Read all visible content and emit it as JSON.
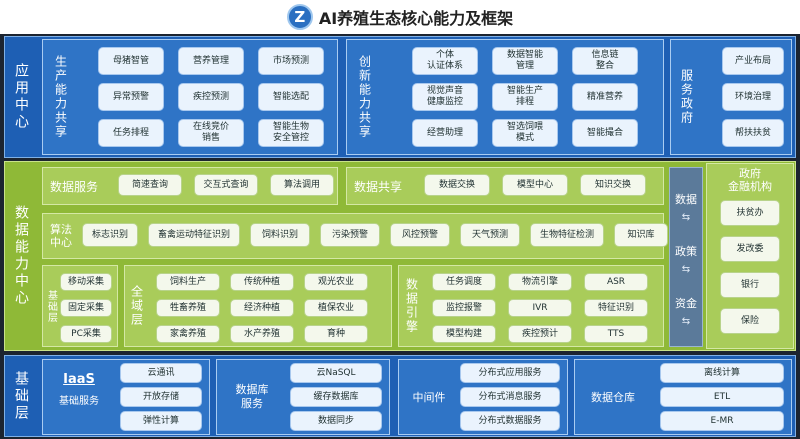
{
  "title": "AI养殖生态核心能力及框架",
  "logo_letter": "Z",
  "app_center": {
    "label": "应用中心",
    "production": {
      "label": "生产能力共享",
      "items": [
        "母猪智管",
        "营养管理",
        "市场预测",
        "异常预警",
        "疾控预测",
        "智能选配",
        "任务排程",
        "在线竞价\n销售",
        "智能生物\n安全管控"
      ]
    },
    "innovation": {
      "label": "创新能力共享",
      "items": [
        "个体\n认证体系",
        "数据智能\n管理",
        "信息链\n整合",
        "视觉声音\n健康监控",
        "智能生产\n排程",
        "精准营养",
        "经营助理",
        "智选饲喂\n模式",
        "智能撮合"
      ]
    },
    "gov_service": {
      "label": "服务政府",
      "items": [
        "产业布局",
        "环境治理",
        "帮扶扶贫"
      ]
    }
  },
  "data_center": {
    "label": "数据能力中心",
    "data_service": {
      "label": "数据服务",
      "items": [
        "简速查询",
        "交互式查询",
        "算法调用"
      ]
    },
    "data_share": {
      "label": "数据共享",
      "items": [
        "数据交换",
        "模型中心",
        "知识交换"
      ]
    },
    "algo_center": {
      "label": "算法中心",
      "items": [
        "标志识别",
        "畜禽运动特征识别",
        "饲料识别",
        "污染预警",
        "风控预警",
        "天气预测",
        "生物特征检测",
        "知识库"
      ]
    },
    "base_layer": {
      "label": "基础层",
      "items": [
        "移动采集",
        "固定采集",
        "PC采集"
      ]
    },
    "domain_layer": {
      "label": "全域层",
      "items": [
        "饲料生产",
        "传统种植",
        "观光农业",
        "牲畜养殖",
        "经济种植",
        "植保农业",
        "家禽养殖",
        "水产养殖",
        "育种"
      ]
    },
    "data_engine": {
      "label": "数据引擎",
      "items": [
        "任务调度",
        "物流引擎",
        "ASR",
        "监控报警",
        "IVR",
        "特征识别",
        "模型构建",
        "疾控预计",
        "TTS"
      ]
    },
    "flow_labels": [
      "数据",
      "政策",
      "资金"
    ],
    "gov_finance": {
      "label": "政府\n金融机构",
      "items": [
        "扶贫办",
        "发改委",
        "银行",
        "保险"
      ]
    }
  },
  "infra": {
    "label": "基础层",
    "iaas": {
      "label_top": "IaaS",
      "label_bottom": "基础服务",
      "items": [
        "云通讯",
        "开放存储",
        "弹性计算"
      ]
    },
    "db": {
      "label": "数据库\n服务",
      "items": [
        "云NaSQL",
        "缓存数据库",
        "数据同步"
      ]
    },
    "middleware": {
      "label": "中间件",
      "items": [
        "分布式应用服务",
        "分布式消息服务",
        "分布式数据服务"
      ]
    },
    "warehouse": {
      "label": "数据仓库",
      "items": [
        "离线计算",
        "ETL",
        "E-MR"
      ]
    }
  },
  "colors": {
    "blue_band": "#1e5fb4",
    "green_band": "#8fb937",
    "panel_blue": "#2f74c6"
  }
}
